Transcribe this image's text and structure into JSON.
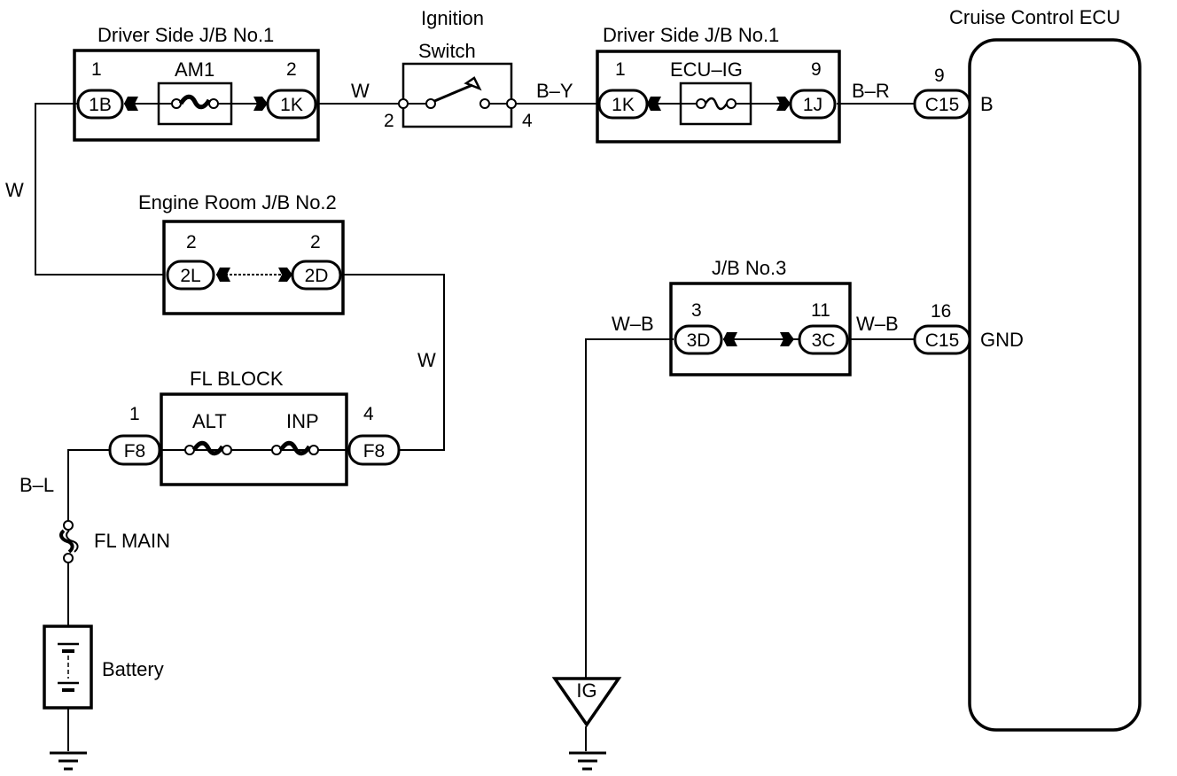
{
  "diagram": {
    "type": "wiring-schematic",
    "components": {
      "jb1_am1": {
        "title": "Driver Side J/B No.1",
        "fuse": "AM1",
        "left_pin": "1",
        "left_conn": "1B",
        "right_pin": "2",
        "right_conn": "1K"
      },
      "ignition": {
        "title_line1": "Ignition",
        "title_line2": "Switch",
        "left_pin": "2",
        "right_pin": "4"
      },
      "jb1_ecuig": {
        "title": "Driver Side J/B No.1",
        "fuse": "ECU–IG",
        "left_pin": "1",
        "left_conn": "1K",
        "right_pin": "9",
        "right_conn": "1J"
      },
      "ecu": {
        "title": "Cruise Control ECU",
        "b_pin": "9",
        "b_conn": "C15",
        "b_label": "B",
        "gnd_pin": "16",
        "gnd_conn": "C15",
        "gnd_label": "GND"
      },
      "jb2": {
        "title": "Engine Room J/B No.2",
        "left_pin": "2",
        "left_conn": "2L",
        "right_pin": "2",
        "right_conn": "2D"
      },
      "jb3": {
        "title": "J/B No.3",
        "left_pin": "3",
        "left_conn": "3D",
        "right_pin": "11",
        "right_conn": "3C"
      },
      "fl_block": {
        "title": "FL BLOCK",
        "fuse1": "ALT",
        "fuse2": "INP",
        "left_pin": "1",
        "left_conn": "F8",
        "right_pin": "4",
        "right_conn": "F8"
      },
      "fl_main": {
        "label": "FL MAIN"
      },
      "battery": {
        "label": "Battery"
      },
      "ground_point": {
        "label": "IG"
      }
    },
    "wires": {
      "am1_to_ign": "W",
      "left_vertical": "W",
      "ign_to_ecuig": "B–Y",
      "ecuig_to_ecu": "B–R",
      "jb2_to_fl": "W",
      "fl_to_main": "B–L",
      "ground_to_jb3": "W–B",
      "jb3_to_ecu": "W–B"
    }
  }
}
